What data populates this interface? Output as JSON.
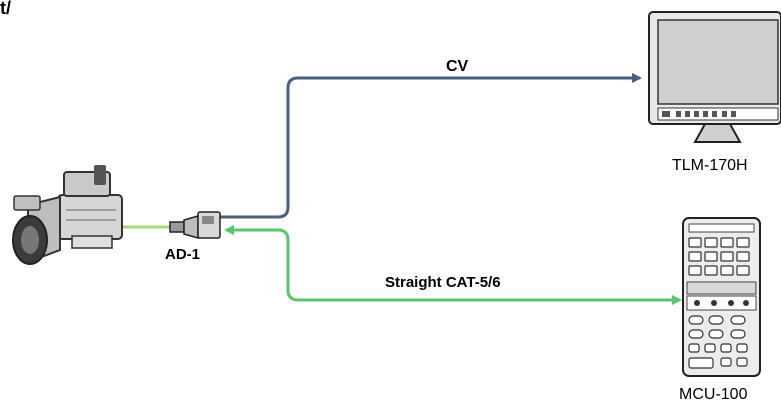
{
  "corner_mark": "t/",
  "labels": {
    "cv": "CV",
    "cat": "Straight CAT-5/6",
    "adapter": "AD-1",
    "monitor": "TLM-170H",
    "controller": "MCU-100"
  },
  "colors": {
    "cv_line": "#4a5f80",
    "cat_line": "#5cc46e",
    "camera_lead": "#a7d97a"
  }
}
